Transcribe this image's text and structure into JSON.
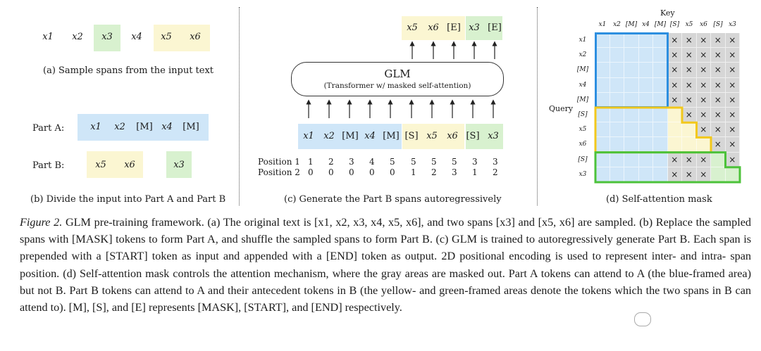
{
  "panel_a": {
    "tokens": [
      "x1",
      "x2",
      "x3",
      "x4",
      "x5",
      "x6"
    ],
    "caption": "(a)  Sample spans from the input text"
  },
  "panel_b": {
    "part_a_label": "Part A:",
    "part_a_tokens": [
      "x1",
      "x2",
      "[M]",
      "x4",
      "[M]"
    ],
    "part_b_label": "Part B:",
    "part_b_span1": [
      "x5",
      "x6"
    ],
    "part_b_span2": [
      "x3"
    ],
    "caption": "(b)  Divide the input into Part A and Part B"
  },
  "panel_c": {
    "output_tokens": [
      "x5",
      "x6",
      "[E]",
      "x3",
      "[E]"
    ],
    "glm_title": "GLM",
    "glm_subtitle": "(Transformer w/ masked self-attention)",
    "input_tokens": [
      "x1",
      "x2",
      "[M]",
      "x4",
      "[M]",
      "[S]",
      "x5",
      "x6",
      "[S]",
      "x3"
    ],
    "position1_label": "Position 1",
    "position2_label": "Position 2",
    "position1": [
      "1",
      "2",
      "3",
      "4",
      "5",
      "5",
      "5",
      "5",
      "3",
      "3"
    ],
    "position2": [
      "0",
      "0",
      "0",
      "0",
      "0",
      "1",
      "2",
      "3",
      "1",
      "2"
    ],
    "caption": "(c)  Generate the Part B spans autoregressively"
  },
  "panel_d": {
    "key_label": "Key",
    "query_label": "Query",
    "col_labels": [
      "x1",
      "x2",
      "[M]",
      "x4",
      "[M]",
      "[S]",
      "x5",
      "x6",
      "[S]",
      "x3"
    ],
    "row_labels": [
      "x1",
      "x2",
      "[M]",
      "x4",
      "[M]",
      "[S]",
      "x5",
      "x6",
      "[S]",
      "x3"
    ],
    "mask_symbol": "×",
    "caption": "(d)  Self-attention mask"
  },
  "figure_caption": {
    "label": "Figure 2.",
    "text": " GLM pre-training framework. (a) The original text is [x1, x2, x3, x4, x5, x6], and two spans [x3] and [x5, x6] are sampled. (b) Replace the sampled spans with [MASK] tokens to form Part A, and shuffle the sampled spans to form Part B. (c) GLM is trained to autoregressively generate Part B. Each span is prepended with a [START] token as input and appended with a [END] token as output. 2D positional encoding is used to represent inter- and intra- span position. (d) Self-attention mask controls the attention mechanism, where the gray areas are masked out. Part A tokens can attend to A (the blue-framed area) but not B. Part B tokens can attend to A and their antecedent tokens in B (the yellow- and green-framed areas denote the tokens which the two spans in B can attend to). [M], [S], and [E] represents [MASK], [START], and [END] respectively."
  },
  "colors": {
    "blue_fill": "#cfe6f8",
    "blue_frame": "#2d8fe0",
    "yellow_fill": "#fbf6d2",
    "yellow_frame": "#f2c81c",
    "green_fill": "#d8f1cf",
    "green_frame": "#4cc23a",
    "gray_mask": "#d6d6d6"
  }
}
